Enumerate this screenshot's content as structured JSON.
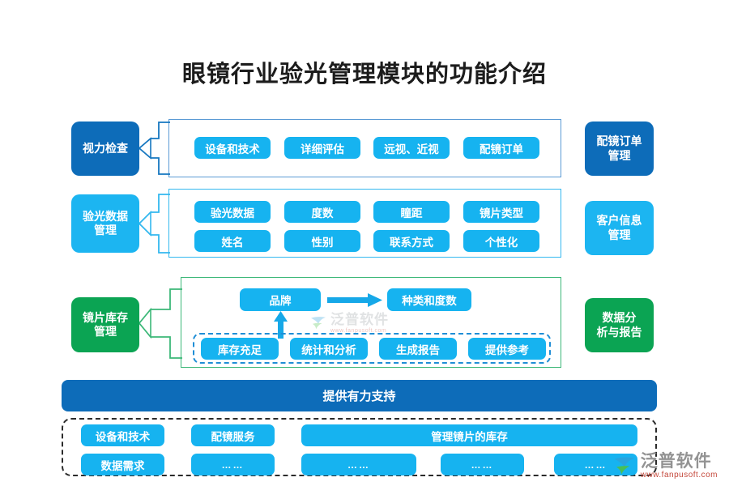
{
  "page": {
    "title": "眼镜行业验光管理模块的功能介绍",
    "colors": {
      "dark_blue": "#0d6cb9",
      "light_blue": "#1cb5f1",
      "pill_blue": "#16b3f0",
      "green": "#0ba453",
      "group_border_blue": "#5b9bd5",
      "group_border_cyan": "#33b8ef",
      "group_border_green": "#3cb878",
      "dash_blue": "#1f8ed6",
      "dash_dark": "#2b2b2b"
    }
  },
  "rows": [
    {
      "left_label": "视力检查",
      "right_label": "配镜订单\n管理",
      "right_label_line1": "配镜订单",
      "right_label_line2": "管理",
      "items": [
        "设备和技术",
        "详细评估",
        "远视、近视",
        "配镜订单"
      ]
    },
    {
      "left_label": "验光数据\n管理",
      "left_line1": "验光数据",
      "left_line2": "管理",
      "right_line1": "客户信息",
      "right_line2": "管理",
      "items_row1": [
        "验光数据",
        "度数",
        "瞳距",
        "镜片类型"
      ],
      "items_row2": [
        "姓名",
        "性别",
        "联系方式",
        "个性化"
      ]
    },
    {
      "left_line1": "镜片库存",
      "left_line2": "管理",
      "right_line1": "数据分",
      "right_line2": "析与报告",
      "flow_from": "品牌",
      "flow_to": "种类和度数",
      "dashed_items": [
        "库存充足",
        "统计和分析",
        "生成报告",
        "提供参考"
      ]
    }
  ],
  "banner": {
    "label": "提供有力支持"
  },
  "footer": {
    "row1": [
      "设备和技术",
      "配镜服务",
      "管理镜片的库存"
    ],
    "row2": [
      "数据需求",
      "……",
      "……",
      "……",
      "……"
    ],
    "wide_item": "管理镜片的库存"
  },
  "watermark": {
    "brand": "泛普软件",
    "url": "www.fanpusoft.com"
  }
}
